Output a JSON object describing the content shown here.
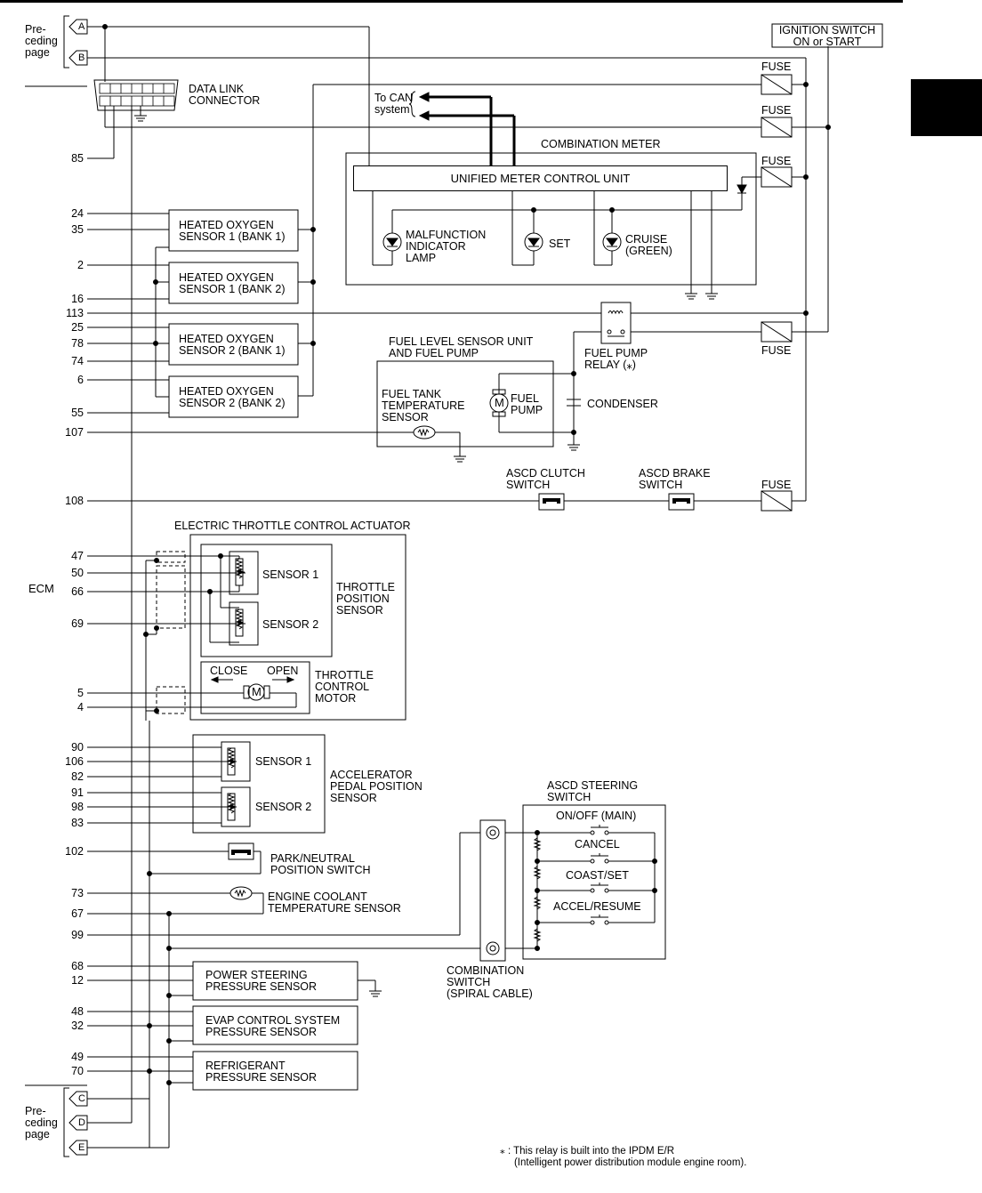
{
  "title": "ECM wiring diagram",
  "preceding_page": "Pre-\nceding\npage",
  "connectors": {
    "a": "A",
    "b": "B",
    "c": "C",
    "d": "D",
    "e": "E"
  },
  "ignition_switch": "IGNITION SWITCH\nON or START",
  "fuse_label": "FUSE",
  "data_link_connector": "DATA LINK\nCONNECTOR",
  "to_can": "To CAN\nsystem",
  "combination_meter": "COMBINATION METER",
  "unified_meter": "UNIFIED METER CONTROL UNIT",
  "mil": "MALFUNCTION\nINDICATOR\nLAMP",
  "set_lamp": "SET",
  "cruise_lamp": "CRUISE\n(GREEN)",
  "ecm": "ECM",
  "ho2s_b1_s1": "HEATED OXYGEN\nSENSOR 1 (BANK 1)",
  "ho2s_b2_s1": "HEATED OXYGEN\nSENSOR 1 (BANK 2)",
  "ho2s_b1_s2": "HEATED OXYGEN\nSENSOR 2 (BANK 1)",
  "ho2s_b2_s2": "HEATED OXYGEN\nSENSOR 2 (BANK 2)",
  "fuel_level_unit": "FUEL LEVEL SENSOR UNIT\nAND FUEL PUMP",
  "fuel_tank_temp": "FUEL TANK\nTEMPERATURE\nSENSOR",
  "fuel_pump": "FUEL\nPUMP",
  "motor_symbol": "M",
  "fuel_pump_relay": "FUEL PUMP\nRELAY (⁎)",
  "condenser": "CONDENSER",
  "ascd_clutch": "ASCD CLUTCH\nSWITCH",
  "ascd_brake": "ASCD BRAKE\nSWITCH",
  "etc_actuator": "ELECTRIC THROTTLE CONTROL ACTUATOR",
  "tps_sensor1": "SENSOR 1",
  "tps_sensor2": "SENSOR 2",
  "tps": "THROTTLE\nPOSITION\nSENSOR",
  "close": "CLOSE",
  "open": "OPEN",
  "throttle_motor": "THROTTLE\nCONTROL\nMOTOR",
  "apps_sensor1": "SENSOR 1",
  "apps_sensor2": "SENSOR 2",
  "apps": "ACCELERATOR\nPEDAL POSITION\nSENSOR",
  "park_neutral": "PARK/NEUTRAL\nPOSITION SWITCH",
  "ect_sensor": "ENGINE COOLANT\nTEMPERATURE SENSOR",
  "ps_sensor": "POWER STEERING\nPRESSURE SENSOR",
  "evap_sensor": "EVAP CONTROL SYSTEM\nPRESSURE SENSOR",
  "refrig_sensor": "REFRIGERANT\nPRESSURE SENSOR",
  "ascd_steering": "ASCD STEERING\nSWITCH",
  "on_off": "ON/OFF (MAIN)",
  "cancel": "CANCEL",
  "coast_set": "COAST/SET",
  "accel_resume": "ACCEL/RESUME",
  "combination_switch": "COMBINATION\nSWITCH\n(SPIRAL CABLE)",
  "footnote": "⁎ : This relay is built into the IPDM E/R\n     (Intelligent power distribution module engine room).",
  "pins": {
    "p85": "85",
    "p24": "24",
    "p35": "35",
    "p2": "2",
    "p16": "16",
    "p113": "113",
    "p25": "25",
    "p78": "78",
    "p74": "74",
    "p6": "6",
    "p55": "55",
    "p107": "107",
    "p108": "108",
    "p47": "47",
    "p50": "50",
    "p66": "66",
    "p69": "69",
    "p5": "5",
    "p4": "4",
    "p90": "90",
    "p106": "106",
    "p82": "82",
    "p91": "91",
    "p98": "98",
    "p83": "83",
    "p102": "102",
    "p73": "73",
    "p67": "67",
    "p99": "99",
    "p68": "68",
    "p12": "12",
    "p48": "48",
    "p32": "32",
    "p49": "49",
    "p70": "70"
  }
}
